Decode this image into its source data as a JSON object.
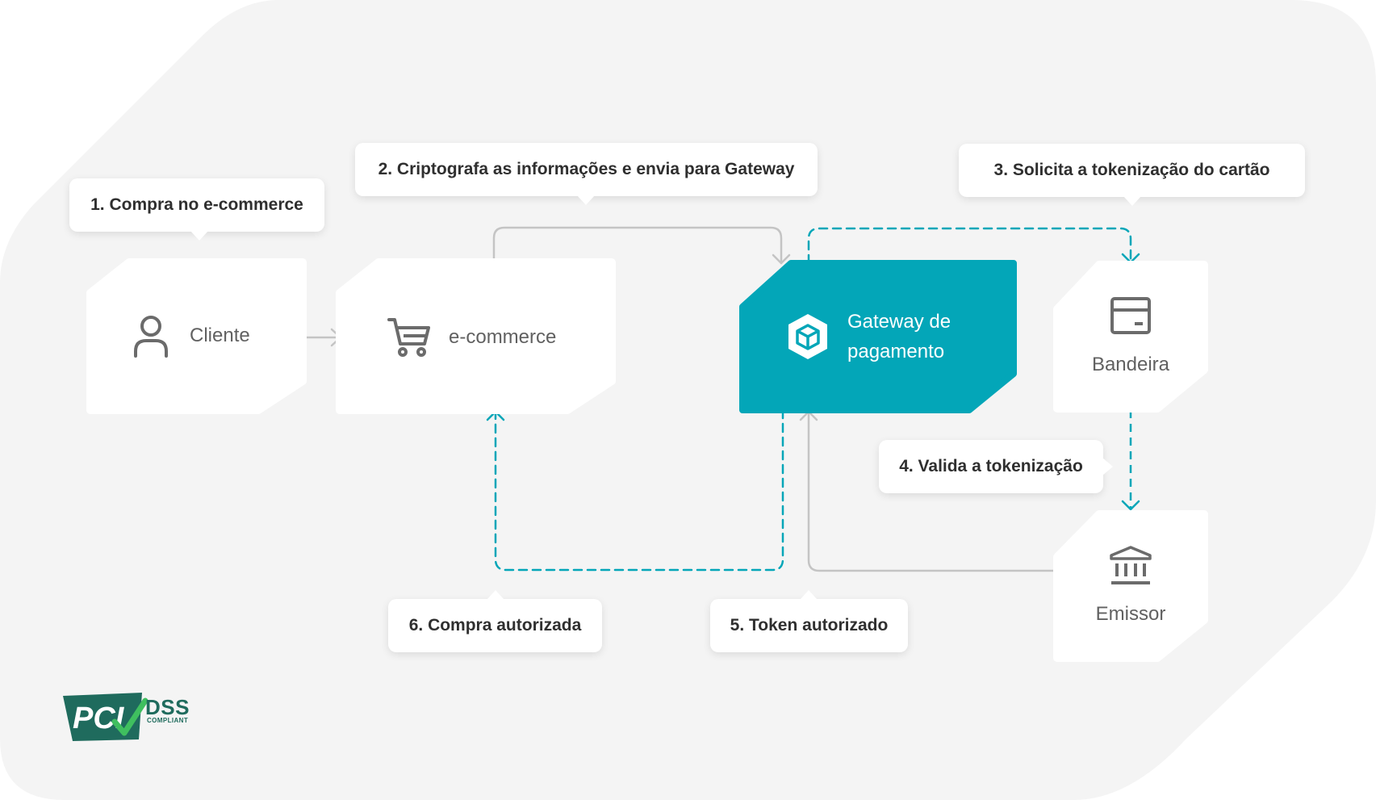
{
  "nodes": {
    "cliente": "Cliente",
    "ecommerce": "e-commerce",
    "gateway_line1": "Gateway de",
    "gateway_line2": "pagamento",
    "bandeira": "Bandeira",
    "emissor": "Emissor"
  },
  "steps": {
    "step1": "1.  Compra no e-commerce",
    "step2": "2.  Criptografa as informações e envia para Gateway",
    "step3": "3.  Solicita a tokenização do cartão",
    "step4": "4.  Valida a tokenização",
    "step5": "5.  Token autorizado",
    "step6": "6.  Compra autorizada"
  },
  "badge": {
    "pci": "PCI",
    "dss": "DSS",
    "compliant": "COMPLIANT"
  },
  "icons": {
    "cliente": "user-icon",
    "ecommerce": "shopping-cart-icon",
    "gateway": "cube-hexagon-icon",
    "bandeira": "card-icon",
    "emissor": "bank-icon"
  },
  "colors": {
    "background": "#f4f4f4",
    "accent": "#03a6b8",
    "solid_arrow": "#c4c4c4",
    "text": "#616161"
  }
}
